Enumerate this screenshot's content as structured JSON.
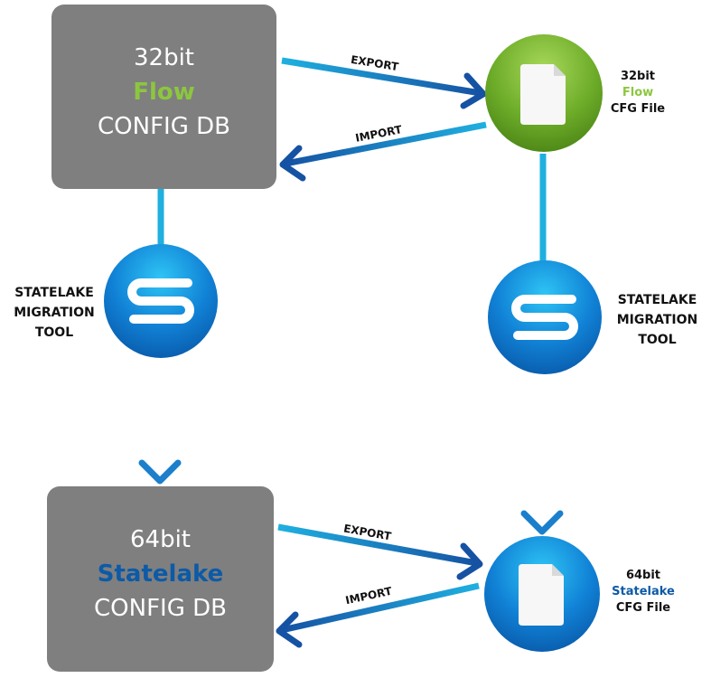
{
  "top_db": {
    "bits": "32bit",
    "brand": "Flow",
    "name": "CONFIG DB"
  },
  "bottom_db": {
    "bits": "64bit",
    "brand": "Statelake",
    "name": "CONFIG DB"
  },
  "top_file": {
    "bits": "32bit",
    "brand": "Flow",
    "name": "CFG File"
  },
  "bottom_file": {
    "bits": "64bit",
    "brand": "Statelake",
    "name": "CFG File"
  },
  "tool_left": {
    "line1": "STATELAKE",
    "line2": "MIGRATION",
    "line3": "TOOL"
  },
  "tool_right": {
    "line1": "STATELAKE",
    "line2": "MIGRATION",
    "line3": "TOOL"
  },
  "arrows": {
    "export_top": "EXPORT",
    "import_top": "IMPORT",
    "export_bottom": "EXPORT",
    "import_bottom": "IMPORT"
  },
  "colors": {
    "flow_green": "#8cc63f",
    "statelake_blue": "#0d5aa7",
    "arrow_light": "#1fa7db",
    "arrow_dark": "#1652a3",
    "box_gray": "#7f7f7f"
  },
  "icons": {
    "tool": "statelake-s-logo-icon",
    "file": "document-file-icon"
  }
}
